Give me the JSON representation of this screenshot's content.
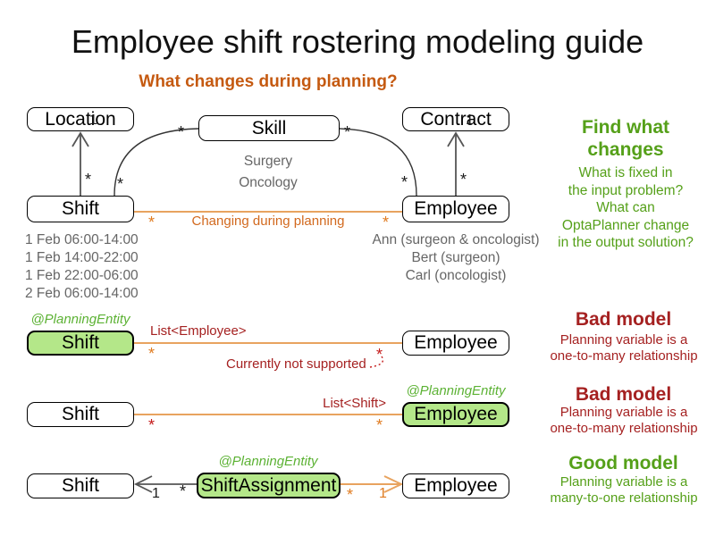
{
  "title": "Employee shift rostering modeling guide",
  "subtitle": "What changes during planning?",
  "mult": {
    "star": "*",
    "one": "1"
  },
  "colors": {
    "subtitle_orange": "#C55A11",
    "changing_orange": "#D2691E",
    "relation_line_orange": "#E8A35F",
    "multiplicity_orange": "#E07B20",
    "bad_red": "#A52121",
    "unsupported_star_red": "#C41A1A",
    "good_green": "#55A019",
    "annotation_green": "#5CB234",
    "entity_fill_green": "#B4E789",
    "example_gray": "#666666"
  },
  "top": {
    "location": "Location",
    "skill": "Skill",
    "contract": "Contract",
    "shift": "Shift",
    "employee": "Employee",
    "skill_examples": {
      "0": "Surgery",
      "1": "Oncology"
    },
    "changing_label": "Changing during planning",
    "shift_times": {
      "0": "1 Feb 06:00-14:00",
      "1": "1 Feb 14:00-22:00",
      "2": "1 Feb 22:00-06:00",
      "3": "2 Feb 06:00-14:00"
    },
    "employee_examples": {
      "0": "Ann (surgeon & oncologist)",
      "1": "Bert (surgeon)",
      "2": "Carl (oncologist)"
    }
  },
  "find_what": {
    "heading": {
      "0": "Find what",
      "1": "changes"
    },
    "lines": {
      "0": "What is fixed in",
      "1": "the input problem?",
      "2": "What can",
      "3": "OptaPlanner change",
      "4": "in the output solution?"
    }
  },
  "model1": {
    "annotation": "@PlanningEntity",
    "shift": "Shift",
    "employee": "Employee",
    "relation": "List<Employee>",
    "note": "Currently not supported",
    "verdict": "Bad model",
    "desc": {
      "0": "Planning variable is a",
      "1": "one-to-many relationship"
    }
  },
  "model2": {
    "annotation": "@PlanningEntity",
    "shift": "Shift",
    "employee": "Employee",
    "relation": "List<Shift>",
    "verdict": "Bad model",
    "desc": {
      "0": "Planning variable is a",
      "1": "one-to-many relationship"
    }
  },
  "model3": {
    "annotation": "@PlanningEntity",
    "shift": "Shift",
    "assignment": "ShiftAssignment",
    "employee": "Employee",
    "verdict": "Good model",
    "desc": {
      "0": "Planning variable is a",
      "1": "many-to-one relationship"
    }
  }
}
